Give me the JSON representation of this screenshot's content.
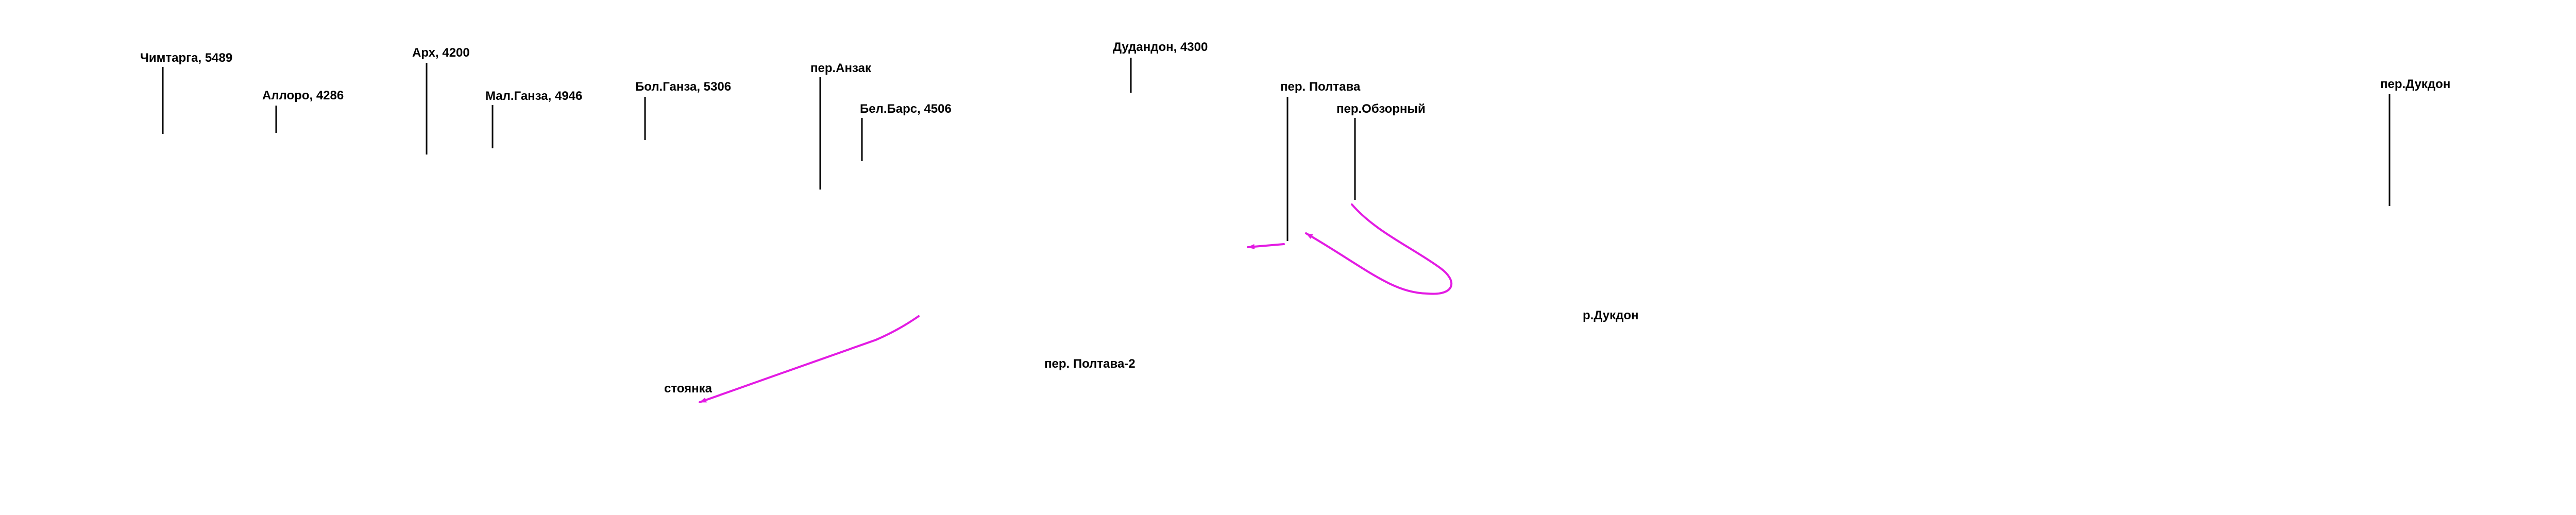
{
  "colors": {
    "background": "#ffffff",
    "text": "#000000",
    "route": "#e31be3"
  },
  "peaks": {
    "chimtarga": "Чимтарга, 5489",
    "alloro": "Аллоро, 4286",
    "arkh": "Арх, 4200",
    "mal_ganza": "Мал.Ганза, 4946",
    "bol_ganza": "Бол.Ганза, 5306",
    "bel_bars": "Бел.Барс, 4506",
    "dudandon": "Дудандон, 4300"
  },
  "passes": {
    "anzak": "пер.Анзак",
    "poltava": "пер. Полтава",
    "obzorny": "пер.Обзорный",
    "dukdon": "пер.Дукдон",
    "poltava_2": "пер. Полтава-2"
  },
  "other": {
    "river_dukdon": "р.Дукдон",
    "camp": "стоянка"
  }
}
